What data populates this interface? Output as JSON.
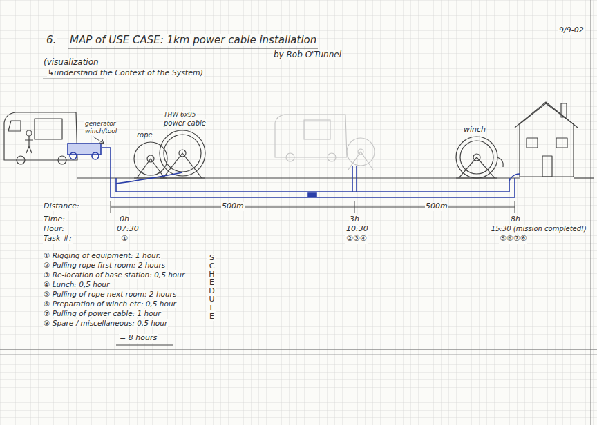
{
  "diagram": {
    "title": "MAP of USE CASE: 1km power cable installation",
    "labels": [
      "6.",
      "by Rob O'Tunnel",
      "9/9-02",
      "(visualization",
      "↳understand the Context of the System)",
      "generator",
      "winch/tool",
      "rope",
      "THW 6x95",
      "power cable",
      "winch",
      "Distance:",
      "500m",
      "500m",
      "Time:",
      "0h",
      "Hour:",
      "07:30",
      "Task #:",
      "①",
      "3h",
      "10:30",
      "②③④",
      "8h",
      "15:30 (mission completed!)",
      "⑤⑥⑦⑧",
      "① Rigging of equipment: 1 hour.",
      "② Pulling rope first room: 2 hours",
      "③ Re-location of base station: 0,5 hour",
      "④ Lunch: 0,5 hour",
      "⑤ Pulling of rope next room: 2 hours",
      "⑥ Preparation of winch etc: 0,5 hour",
      "⑦ Pulling of power cable: 1 hour",
      "⑧ Spare / miscellaneous: 0,5 hour",
      "= 8 hours",
      "SCHEDULE"
    ]
  }
}
